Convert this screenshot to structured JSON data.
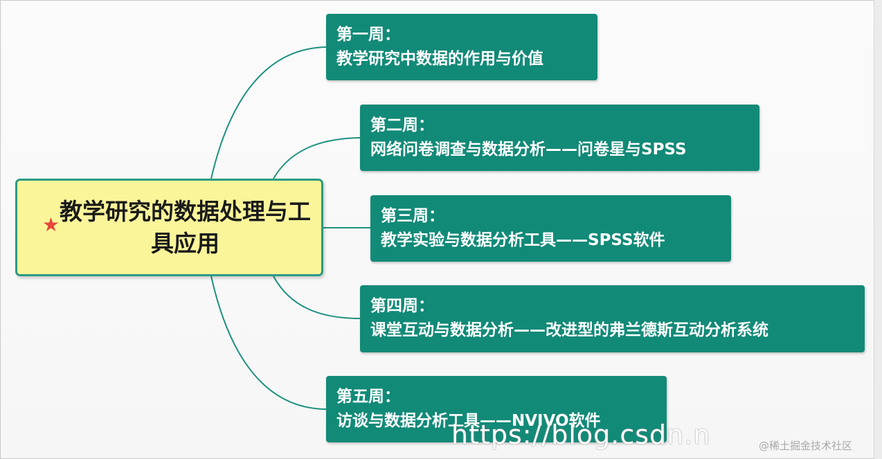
{
  "root": {
    "star_icon": "red-star-icon",
    "title": "教学研究的数据处理与工具应用",
    "fill_color": "#fbf59a",
    "border_color": "#2b9a84"
  },
  "branches": [
    {
      "week": "第一周：",
      "topic": "教学研究中数据的作用与价值"
    },
    {
      "week": "第二周：",
      "topic": "网络问卷调查与数据分析——问卷星与SPSS"
    },
    {
      "week": "第三周：",
      "topic": "教学实验与数据分析工具——SPSS软件"
    },
    {
      "week": "第四周：",
      "topic": "课堂互动与数据分析——改进型的弗兰德斯互动分析系统"
    },
    {
      "week": "第五周：",
      "topic": "访谈与数据分析工具——NVIVO软件"
    }
  ],
  "branch_color": "#128a78",
  "connector_color": "#1f9080",
  "watermarks": {
    "url": "https://blog.csdn.n",
    "site": "@稀土掘金技术社区"
  }
}
